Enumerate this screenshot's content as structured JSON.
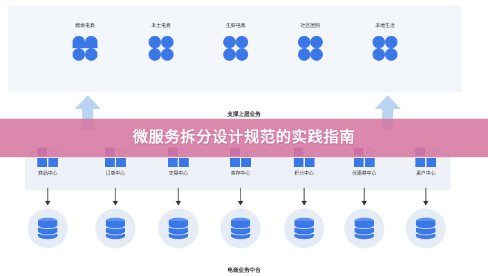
{
  "top_apps": [
    {
      "label": "跨境电商"
    },
    {
      "label": "本土电商"
    },
    {
      "label": "生鲜电商"
    },
    {
      "label": "社区团购"
    },
    {
      "label": "本地生活"
    }
  ],
  "support_label": "支撑上层业务",
  "banner_title": "微服务拆分设计规范的实践指南",
  "services": [
    {
      "label": "商品中心"
    },
    {
      "label": "订单中心"
    },
    {
      "label": "交易中心"
    },
    {
      "label": "库存中心"
    },
    {
      "label": "积分中心"
    },
    {
      "label": "优惠券中心"
    },
    {
      "label": "用户中心"
    }
  ],
  "footer_label": "电商业务中台",
  "colors": {
    "primary_blue": "#3a78e8",
    "accent_purple": "#7b4fb8",
    "arrow_light_blue": "#b9d3f3",
    "banner_pink": "#d678a0"
  }
}
